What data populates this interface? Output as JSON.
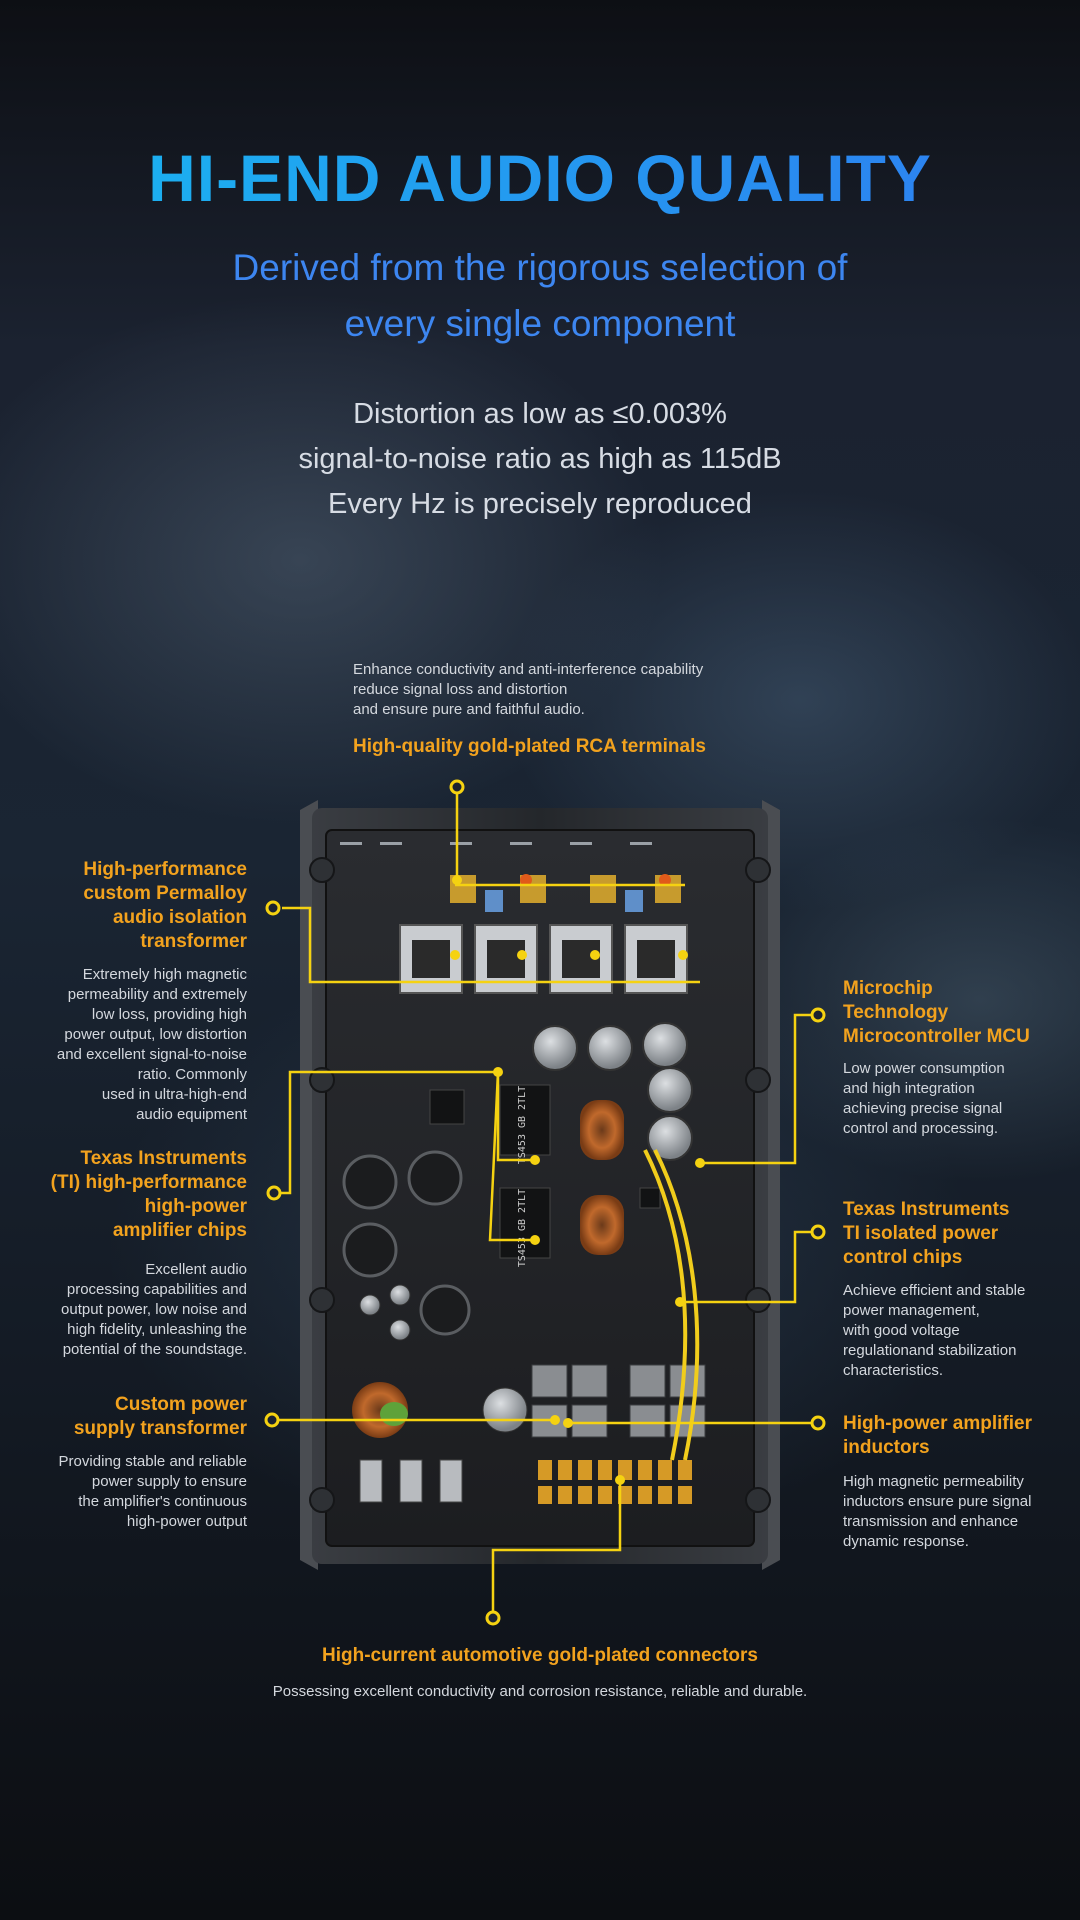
{
  "header": {
    "title": "HI-END AUDIO QUALITY",
    "subtitle_lines": [
      "Derived from the rigorous selection of",
      "every single component"
    ],
    "spec_lines": [
      "Distortion as low as ≤0.003%",
      "signal-to-noise ratio as high as 115dB",
      "Every Hz is precisely reproduced"
    ]
  },
  "callouts": {
    "rca": {
      "desc_lines": [
        "Enhance conductivity and anti-interference capability",
        "reduce signal loss and distortion",
        "and ensure pure and faithful audio."
      ],
      "label": "High-quality gold-plated RCA terminals"
    },
    "transformer": {
      "label_lines": [
        "High-performance",
        "custom Permalloy",
        "audio isolation",
        "transformer"
      ],
      "desc_lines": [
        "Extremely high magnetic",
        "permeability and extremely",
        "low loss, providing high",
        "power output, low distortion",
        "and excellent signal-to-noise",
        "ratio. Commonly",
        "used in ultra-high-end",
        "audio equipment"
      ]
    },
    "ti_amp": {
      "label_lines": [
        "Texas Instruments",
        "(TI) high-performance",
        "high-power",
        "amplifier chips"
      ],
      "desc_lines": [
        "Excellent audio",
        "processing capabilities and",
        "output power, low noise and",
        "high fidelity, unleashing the",
        "potential of the soundstage."
      ]
    },
    "power_transformer": {
      "label_lines": [
        "Custom power",
        "supply transformer"
      ],
      "desc_lines": [
        "Providing stable and reliable",
        "power supply to ensure",
        "the amplifier's continuous",
        "high-power output"
      ]
    },
    "mcu": {
      "label_lines": [
        "Microchip",
        "Technology",
        "Microcontroller MCU"
      ],
      "desc_lines": [
        "Low power consumption",
        "and high integration",
        "achieving precise signal",
        "control and processing."
      ]
    },
    "ti_power": {
      "label_lines": [
        "Texas Instruments",
        "TI isolated power",
        "control chips"
      ],
      "desc_lines": [
        "Achieve efficient and stable",
        "power management,",
        "with good voltage",
        "regulationand stabilization",
        "characteristics."
      ]
    },
    "inductors": {
      "label_lines": [
        "High-power amplifier",
        "inductors"
      ],
      "desc_lines": [
        "High magnetic permeability",
        "inductors ensure pure signal",
        "transmission and enhance",
        "dynamic response."
      ]
    },
    "connectors": {
      "label": "High-current automotive gold-plated connectors",
      "desc": "Possessing excellent conductivity and corrosion resistance, reliable and durable."
    }
  },
  "board_markings": {
    "chip1": "TS453 GB 2TLT",
    "chip2": "TS453 GB 2TLT"
  },
  "colors": {
    "accent_orange": "#f2a21e",
    "callout_yellow": "#f5d211",
    "title_blue": "#2f7cf0",
    "subtitle_blue": "#3d86f0"
  }
}
